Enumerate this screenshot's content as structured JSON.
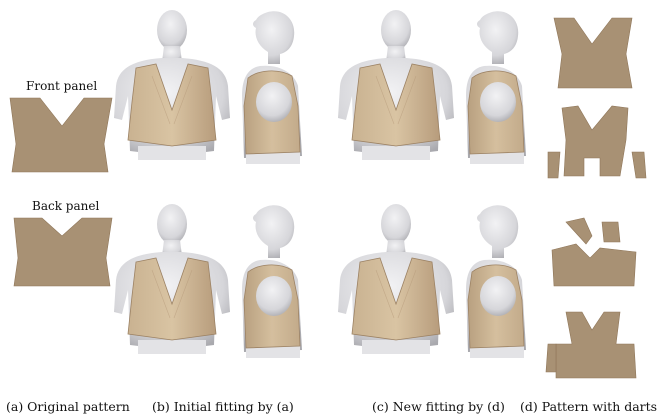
{
  "figure": {
    "panel_labels": {
      "front": "Front panel",
      "back": "Back panel"
    },
    "captions": {
      "a": "(a) Original pattern",
      "b": "(b) Initial fitting by (a)",
      "c": "(c) New fitting by (d)",
      "d": "(d) Pattern with darts"
    },
    "colors": {
      "fabric": "#c3a888",
      "fabric_edge": "#8f7659",
      "pattern": "#a89174",
      "mannequin": "#dadadc",
      "mannequin_shade": "#b9b9bd"
    }
  }
}
